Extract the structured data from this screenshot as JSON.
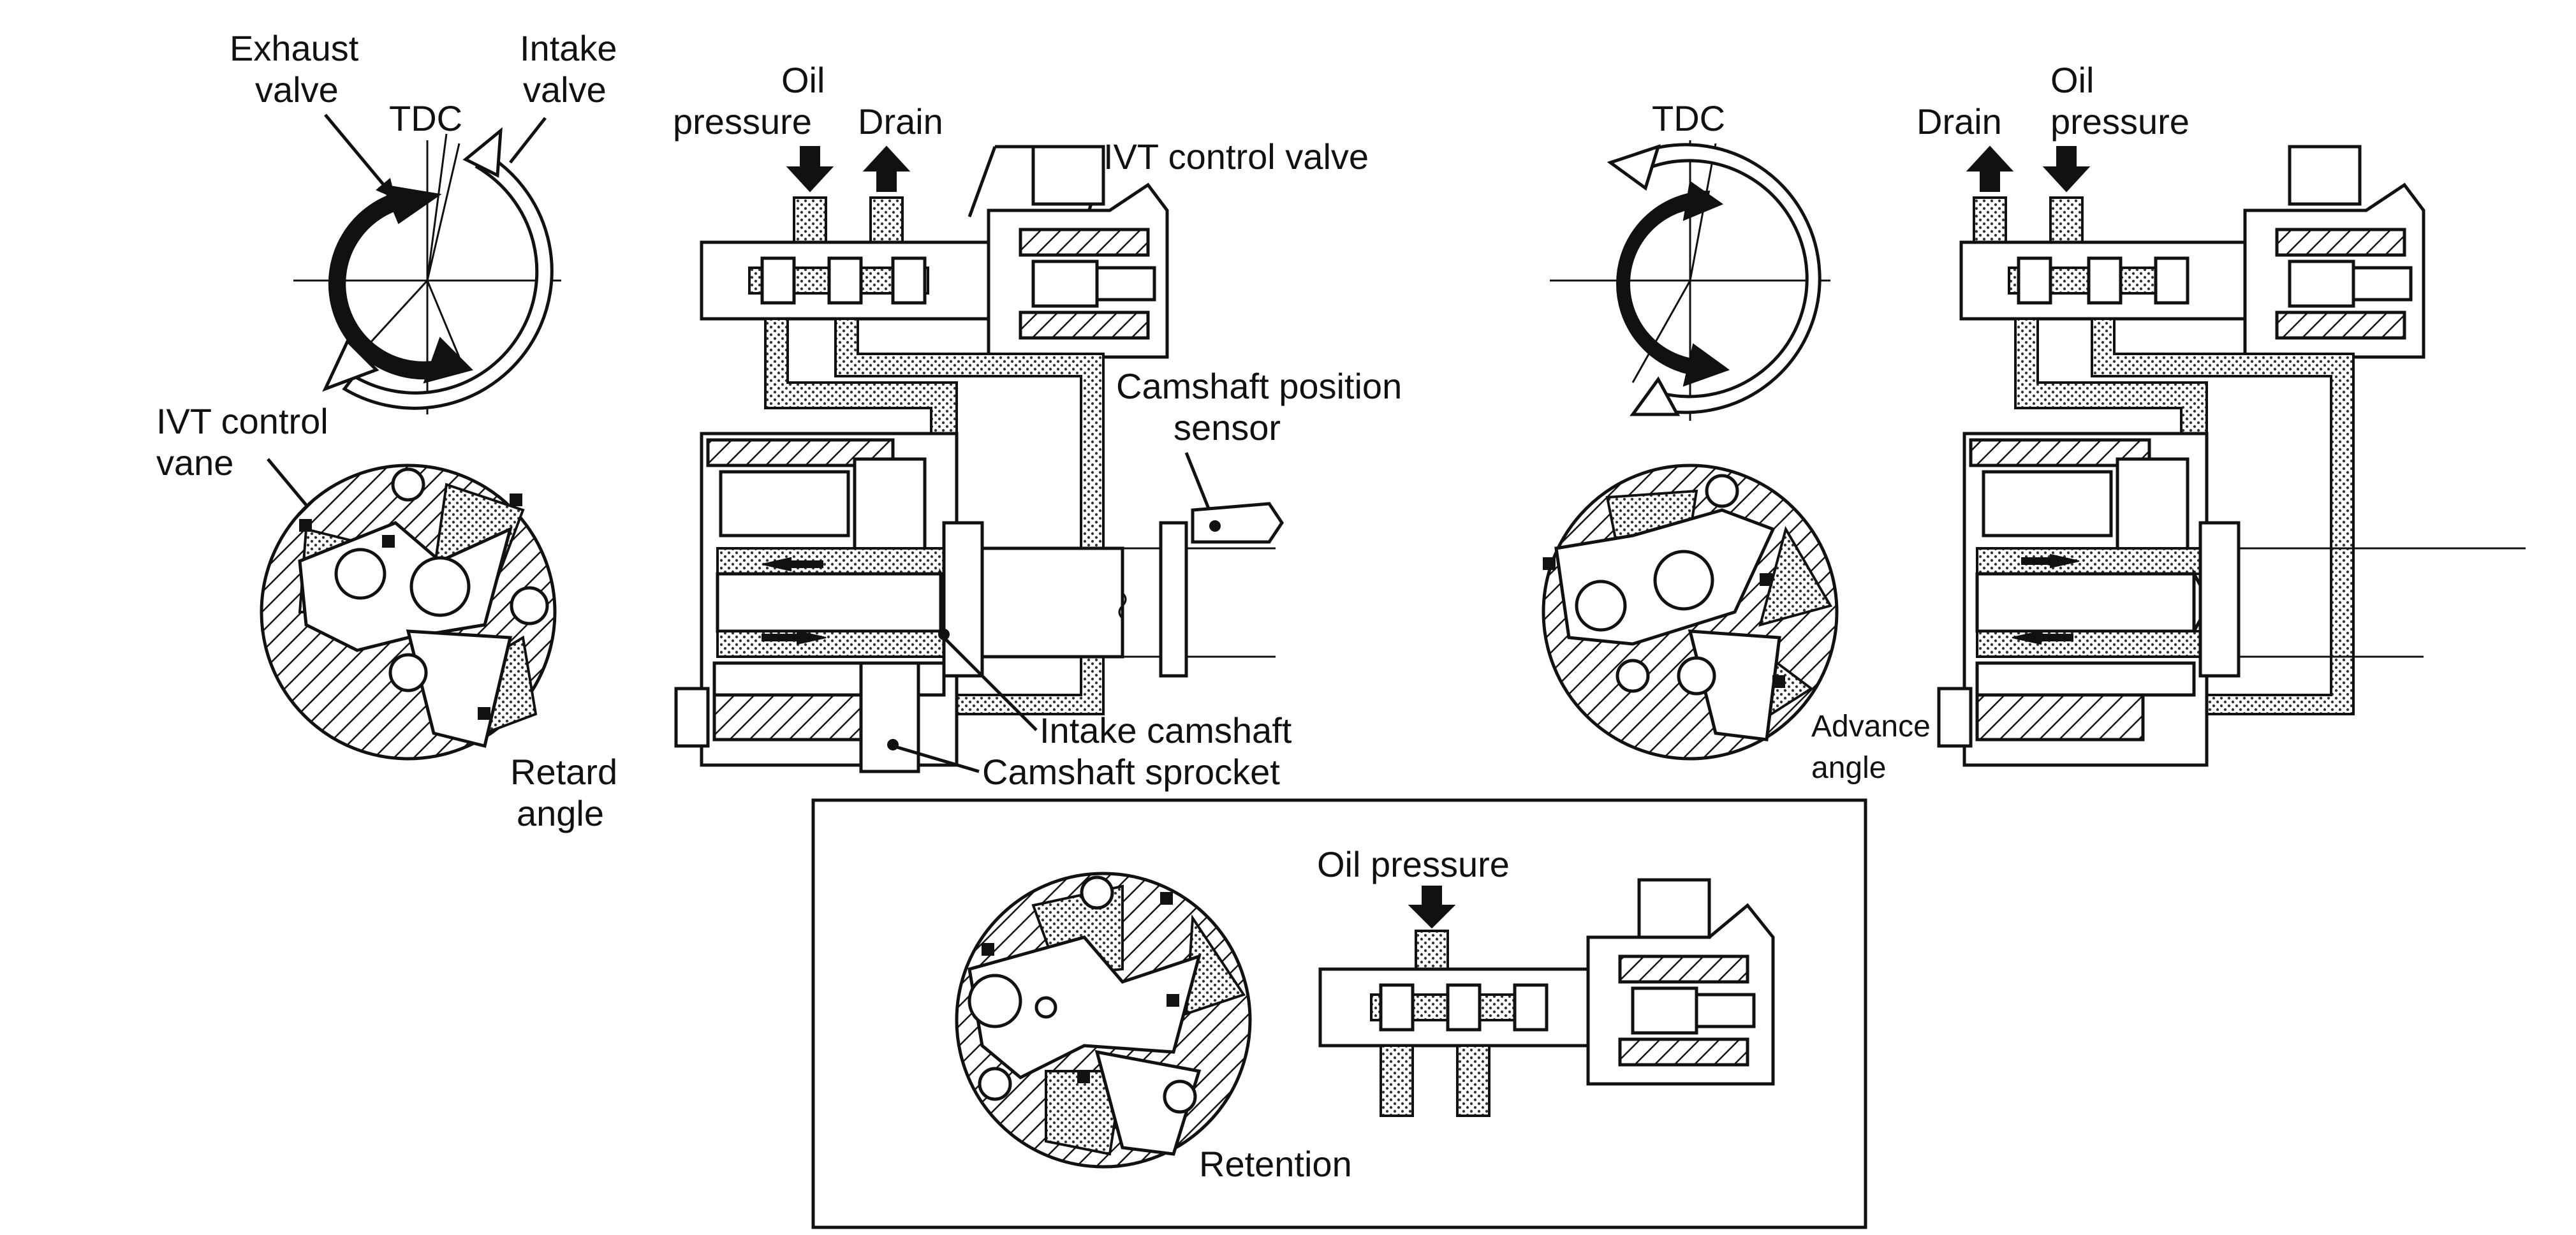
{
  "labels": {
    "exhaust_valve": [
      "Exhaust",
      "valve"
    ],
    "intake_valve": [
      "Intake",
      "valve"
    ],
    "tdc_left": "TDC",
    "tdc_right": "TDC",
    "oil_pressure_left": [
      "Oil",
      "pressure"
    ],
    "drain_left": "Drain",
    "ivt_control_valve": "IVT control valve",
    "camshaft_position_sensor": [
      "Camshaft position",
      "sensor"
    ],
    "ivt_control_vane": [
      "IVT control",
      "vane"
    ],
    "intake_camshaft": "Intake camshaft",
    "camshaft_sprocket": "Camshaft sprocket",
    "retard_angle": [
      "Retard",
      "angle"
    ],
    "drain_right": "Drain",
    "oil_pressure_right": [
      "Oil",
      "pressure"
    ],
    "advance_angle": [
      "Advance",
      "angle"
    ],
    "oil_pressure_bottom": "Oil pressure",
    "retention": "Retention"
  }
}
